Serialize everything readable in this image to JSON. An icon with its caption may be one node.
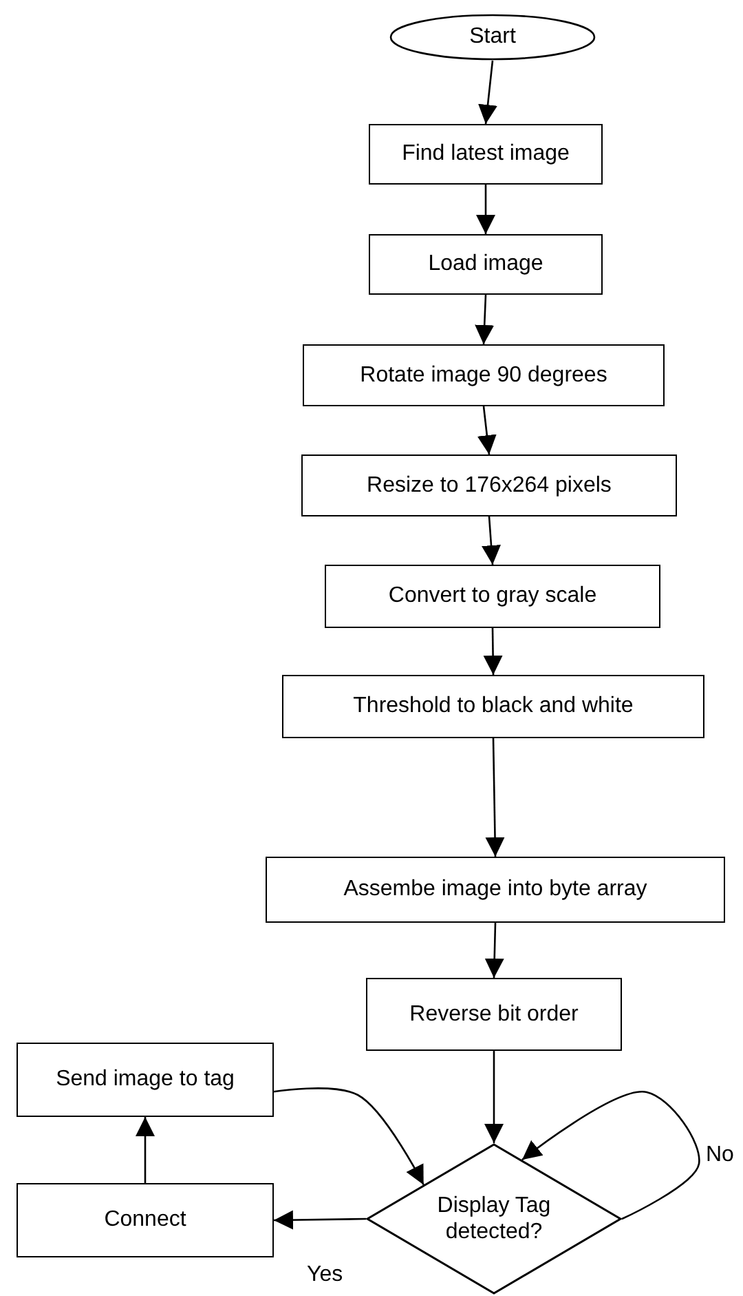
{
  "diagram": {
    "nodes": [
      {
        "text": [
          "Start"
        ]
      },
      {
        "text": [
          "Find latest image"
        ]
      },
      {
        "text": [
          "Load image"
        ]
      },
      {
        "text": [
          "Rotate image 90 degrees"
        ]
      },
      {
        "text": [
          "Resize to 176x264 pixels"
        ]
      },
      {
        "text": [
          "Convert to gray scale"
        ]
      },
      {
        "text": [
          "Threshold to black and white"
        ]
      },
      {
        "text": [
          "Assembe image into byte array"
        ]
      },
      {
        "text": [
          "Reverse bit order"
        ]
      },
      {
        "text": [
          "Send image to tag"
        ]
      },
      {
        "text": [
          "Display Tag detected?"
        ]
      },
      {
        "text": [
          "Connect"
        ]
      }
    ],
    "edges": [
      {
        "from": 0,
        "to": 1,
        "arrow": "to"
      },
      {
        "from": 1,
        "to": 2,
        "arrow": "to"
      },
      {
        "from": 2,
        "to": 3,
        "arrow": "to"
      },
      {
        "from": 3,
        "to": 4,
        "arrow": "to"
      },
      {
        "from": 4,
        "to": 5,
        "arrow": "to"
      },
      {
        "from": 5,
        "to": 6,
        "arrow": "to"
      },
      {
        "from": 6,
        "to": 7,
        "arrow": "to"
      },
      {
        "from": 7,
        "to": 8,
        "arrow": "to"
      },
      {
        "from": 8,
        "to": 10,
        "arrow": "to"
      },
      {
        "from": 10,
        "to": 11,
        "label": "Yes",
        "arrow": "to"
      },
      {
        "from": 11,
        "to": 9,
        "arrow": "to"
      },
      {
        "from": 9,
        "to": 10,
        "arrow": "to"
      },
      {
        "from": 10,
        "to": 10,
        "label": "No",
        "arrow": "to"
      }
    ]
  }
}
